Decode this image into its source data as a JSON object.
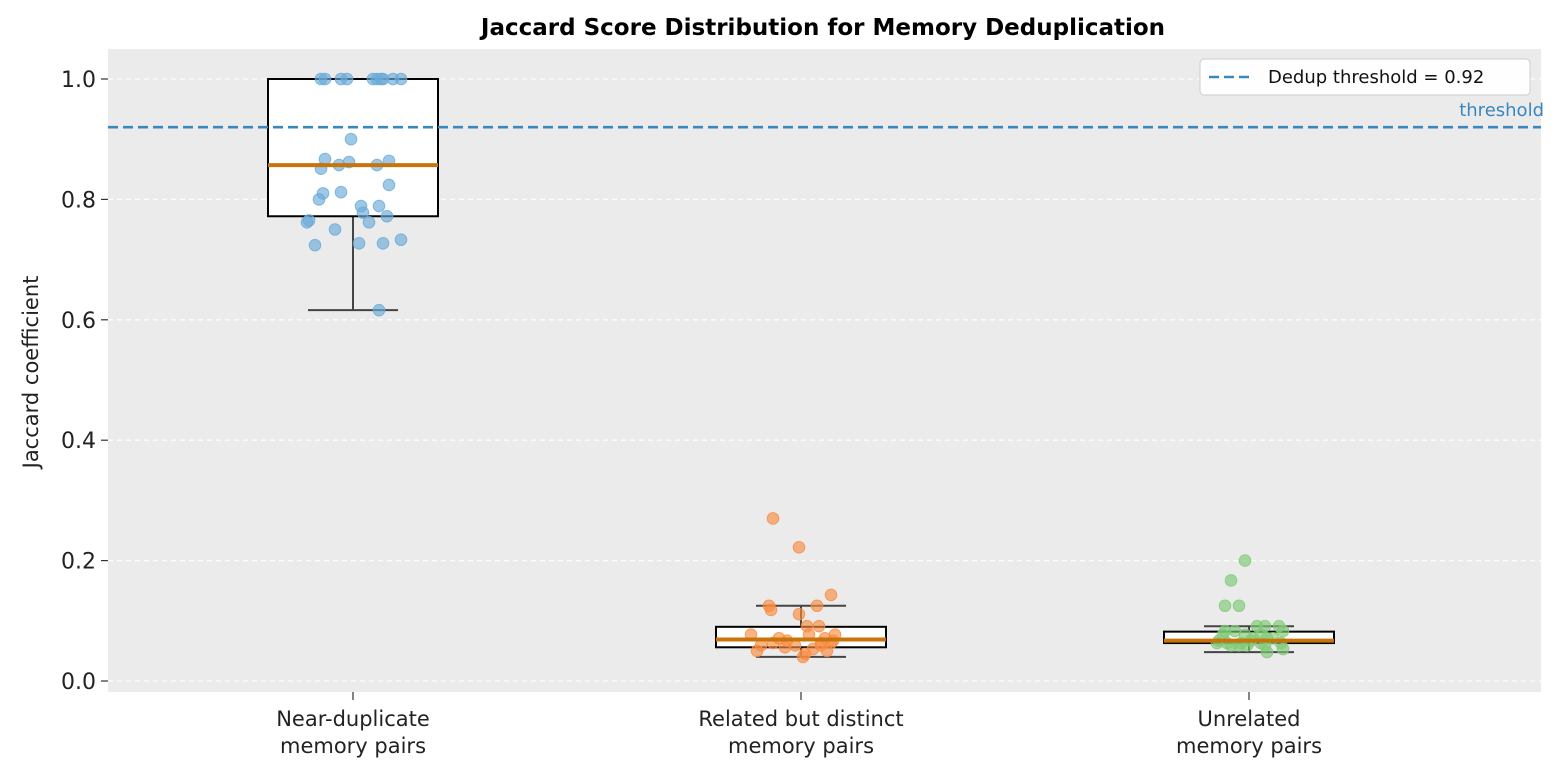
{
  "chart_data": {
    "type": "box",
    "title": "Jaccard Score Distribution for Memory Deduplication",
    "xlabel": "",
    "ylabel": "Jaccard coefficient",
    "ylim": [
      -0.02,
      1.05
    ],
    "yticks": [
      0.0,
      0.2,
      0.4,
      0.6,
      0.8,
      1.0
    ],
    "ytick_labels": [
      "0.0",
      "0.2",
      "0.4",
      "0.6",
      "0.8",
      "1.0"
    ],
    "grid": "horizontal dashed",
    "categories": [
      [
        "Near-duplicate",
        "memory pairs"
      ],
      [
        "Related but distinct",
        "memory pairs"
      ],
      [
        "Unrelated",
        "memory pairs"
      ]
    ],
    "boxes": [
      {
        "q1": 0.772,
        "median": 0.857,
        "q3": 1.0,
        "whisker_low": 0.616,
        "whisker_high": 1.0
      },
      {
        "q1": 0.056,
        "median": 0.069,
        "q3": 0.09,
        "whisker_low": 0.04,
        "whisker_high": 0.125
      },
      {
        "q1": 0.063,
        "median": 0.067,
        "q3": 0.082,
        "whisker_low": 0.048,
        "whisker_high": 0.091
      }
    ],
    "points": [
      [
        [
          -0.16,
          1.0
        ],
        [
          -0.14,
          1.0
        ],
        [
          -0.06,
          1.0
        ],
        [
          -0.03,
          1.0
        ],
        [
          0.1,
          1.0
        ],
        [
          0.14,
          1.0
        ],
        [
          0.15,
          1.0
        ],
        [
          0.2,
          1.0
        ],
        [
          0.24,
          1.0
        ],
        [
          0.12,
          1.0
        ],
        [
          -0.01,
          0.9
        ],
        [
          -0.14,
          0.867
        ],
        [
          -0.07,
          0.857
        ],
        [
          -0.02,
          0.862
        ],
        [
          0.12,
          0.857
        ],
        [
          0.18,
          0.864
        ],
        [
          -0.16,
          0.851
        ],
        [
          0.18,
          0.824
        ],
        [
          -0.15,
          0.81
        ],
        [
          -0.06,
          0.812
        ],
        [
          -0.17,
          0.8
        ],
        [
          0.04,
          0.789
        ],
        [
          0.13,
          0.789
        ],
        [
          0.05,
          0.778
        ],
        [
          0.17,
          0.772
        ],
        [
          0.08,
          0.762
        ],
        [
          -0.23,
          0.762
        ],
        [
          -0.22,
          0.765
        ],
        [
          -0.09,
          0.75
        ],
        [
          0.24,
          0.733
        ],
        [
          0.03,
          0.727
        ],
        [
          0.15,
          0.727
        ],
        [
          -0.19,
          0.724
        ],
        [
          0.13,
          0.616
        ]
      ],
      [
        [
          -0.14,
          0.27
        ],
        [
          -0.01,
          0.222
        ],
        [
          0.15,
          0.143
        ],
        [
          -0.16,
          0.125
        ],
        [
          0.08,
          0.125
        ],
        [
          -0.15,
          0.118
        ],
        [
          -0.01,
          0.111
        ],
        [
          0.09,
          0.091
        ],
        [
          0.03,
          0.091
        ],
        [
          -0.25,
          0.077
        ],
        [
          -0.11,
          0.071
        ],
        [
          0.17,
          0.077
        ],
        [
          0.12,
          0.071
        ],
        [
          0.04,
          0.077
        ],
        [
          -0.07,
          0.067
        ],
        [
          -0.14,
          0.063
        ],
        [
          0.16,
          0.067
        ],
        [
          -0.03,
          0.059
        ],
        [
          0.1,
          0.063
        ],
        [
          -0.2,
          0.059
        ],
        [
          0.06,
          0.053
        ],
        [
          -0.08,
          0.056
        ],
        [
          0.13,
          0.05
        ],
        [
          -0.22,
          0.05
        ],
        [
          0.1,
          0.059
        ],
        [
          0.02,
          0.045
        ],
        [
          0.01,
          0.04
        ],
        [
          0.15,
          0.063
        ]
      ],
      [
        [
          -0.02,
          0.2
        ],
        [
          -0.09,
          0.167
        ],
        [
          -0.12,
          0.125
        ],
        [
          -0.05,
          0.125
        ],
        [
          0.04,
          0.091
        ],
        [
          0.08,
          0.091
        ],
        [
          0.15,
          0.091
        ],
        [
          -0.12,
          0.083
        ],
        [
          -0.07,
          0.083
        ],
        [
          0.17,
          0.083
        ],
        [
          -0.02,
          0.077
        ],
        [
          -0.13,
          0.077
        ],
        [
          0.06,
          0.077
        ],
        [
          0.09,
          0.071
        ],
        [
          0.12,
          0.071
        ],
        [
          -0.15,
          0.067
        ],
        [
          0.01,
          0.067
        ],
        [
          0.06,
          0.063
        ],
        [
          -0.11,
          0.063
        ],
        [
          -0.04,
          0.063
        ],
        [
          -0.16,
          0.063
        ],
        [
          0.16,
          0.063
        ],
        [
          -0.09,
          0.059
        ],
        [
          -0.01,
          0.059
        ],
        [
          0.08,
          0.059
        ],
        [
          0.17,
          0.053
        ],
        [
          0.09,
          0.048
        ],
        [
          -0.05,
          0.059
        ],
        [
          0.02,
          0.071
        ]
      ]
    ],
    "threshold": {
      "value": 0.92,
      "label": "threshold",
      "legend": "Dedup threshold = 0.92"
    },
    "legend_position": "top-right",
    "colors": {
      "background": "#ebebeb",
      "grid": "#ffffff",
      "median": "#c8740a",
      "threshold": "#3a87c0",
      "series": [
        "#6aaad8",
        "#f98c42",
        "#7fca77"
      ],
      "box_edge": "#000000",
      "whisker": "#444444"
    }
  }
}
